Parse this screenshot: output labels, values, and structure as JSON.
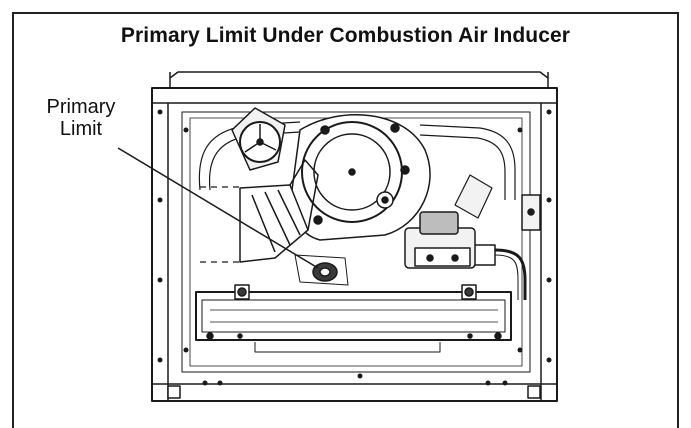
{
  "figure": {
    "title": "Primary Limit Under Combustion Air Inducer",
    "callout": {
      "line1": "Primary",
      "line2": "Limit"
    }
  },
  "colors": {
    "stroke": "#1a1a1a",
    "light_fill": "#f2f2f2",
    "mid_fill": "#bdbdbd",
    "dark_fill": "#3a3a3a"
  }
}
